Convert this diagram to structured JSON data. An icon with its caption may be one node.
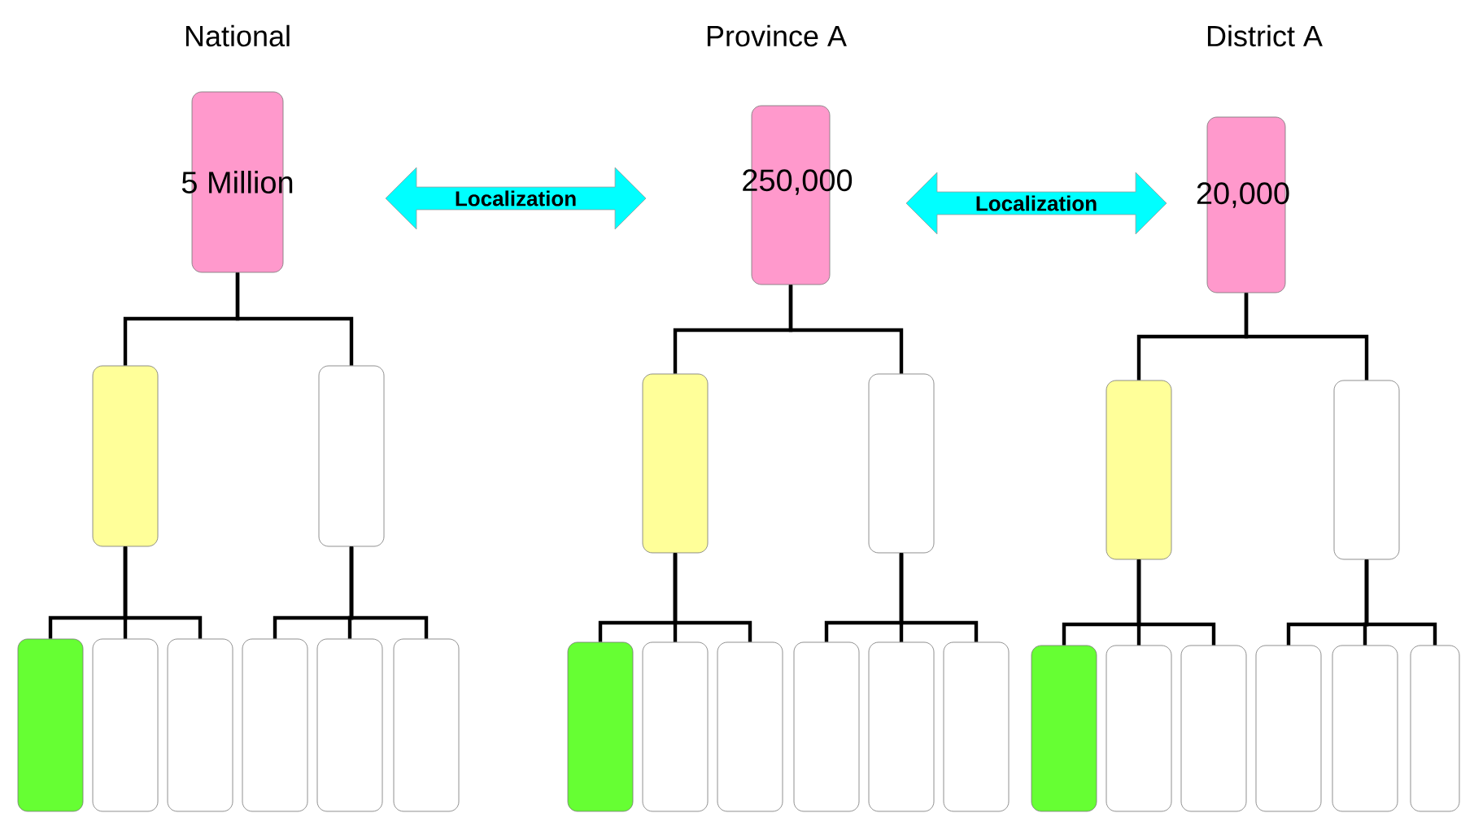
{
  "diagram": {
    "nodes": [
      {
        "text": [
          "5 Million"
        ]
      },
      {
        "text": [],
        "shape": "box"
      },
      {
        "text": [],
        "shape": "box"
      },
      {
        "text": [],
        "shape": "box"
      },
      {
        "text": [],
        "shape": "box"
      },
      {
        "text": [],
        "shape": "box"
      },
      {
        "text": [],
        "shape": "box"
      },
      {
        "text": [],
        "shape": "box"
      },
      {
        "text": [],
        "shape": "box"
      },
      {
        "text": [
          "Localization"
        ]
      },
      {
        "text": [
          "250,000"
        ]
      },
      {
        "text": [],
        "shape": "box"
      },
      {
        "text": [],
        "shape": "box"
      },
      {
        "text": [],
        "shape": "box"
      },
      {
        "text": [],
        "shape": "box"
      },
      {
        "text": [],
        "shape": "box"
      },
      {
        "text": [],
        "shape": "box"
      },
      {
        "text": [],
        "shape": "box"
      },
      {
        "text": [],
        "shape": "box"
      },
      {
        "text": [
          "Localization"
        ]
      },
      {
        "text": [
          "20,000"
        ]
      },
      {
        "text": [],
        "shape": "box"
      },
      {
        "text": [],
        "shape": "box"
      },
      {
        "text": [],
        "shape": "box"
      },
      {
        "text": [],
        "shape": "box"
      },
      {
        "text": [],
        "shape": "box"
      },
      {
        "text": [],
        "shape": "box"
      },
      {
        "text": [],
        "shape": "box"
      },
      {
        "text": [],
        "shape": "box"
      }
    ],
    "edges": [
      {
        "from": 0,
        "to": 1,
        "arrow": "none"
      },
      {
        "from": 0,
        "to": 2,
        "arrow": "none"
      },
      {
        "from": 1,
        "to": 3,
        "arrow": "none"
      },
      {
        "from": 1,
        "to": 4,
        "arrow": "none"
      },
      {
        "from": 1,
        "to": 5,
        "arrow": "none"
      },
      {
        "from": 2,
        "to": 6,
        "arrow": "none"
      },
      {
        "from": 2,
        "to": 7,
        "arrow": "none"
      },
      {
        "from": 2,
        "to": 8,
        "arrow": "none"
      },
      {
        "from": 10,
        "to": 11,
        "arrow": "none"
      },
      {
        "from": 10,
        "to": 12,
        "arrow": "none"
      },
      {
        "from": 11,
        "to": 13,
        "arrow": "none"
      },
      {
        "from": 11,
        "to": 14,
        "arrow": "none"
      },
      {
        "from": 11,
        "to": 15,
        "arrow": "none"
      },
      {
        "from": 12,
        "to": 16,
        "arrow": "none"
      },
      {
        "from": 12,
        "to": 17,
        "arrow": "none"
      },
      {
        "from": 12,
        "to": 18,
        "arrow": "none"
      },
      {
        "from": 20,
        "to": 21,
        "arrow": "none"
      },
      {
        "from": 20,
        "to": 22,
        "arrow": "none"
      },
      {
        "from": 21,
        "to": 23,
        "arrow": "none"
      },
      {
        "from": 21,
        "to": 24,
        "arrow": "none"
      },
      {
        "from": 21,
        "to": 25,
        "arrow": "none"
      },
      {
        "from": 22,
        "to": 26,
        "arrow": "none"
      },
      {
        "from": 22,
        "to": 27,
        "arrow": "none"
      },
      {
        "from": 22,
        "to": 28,
        "arrow": "none"
      }
    ],
    "labels": [
      "National",
      "Province A",
      "District A"
    ]
  }
}
